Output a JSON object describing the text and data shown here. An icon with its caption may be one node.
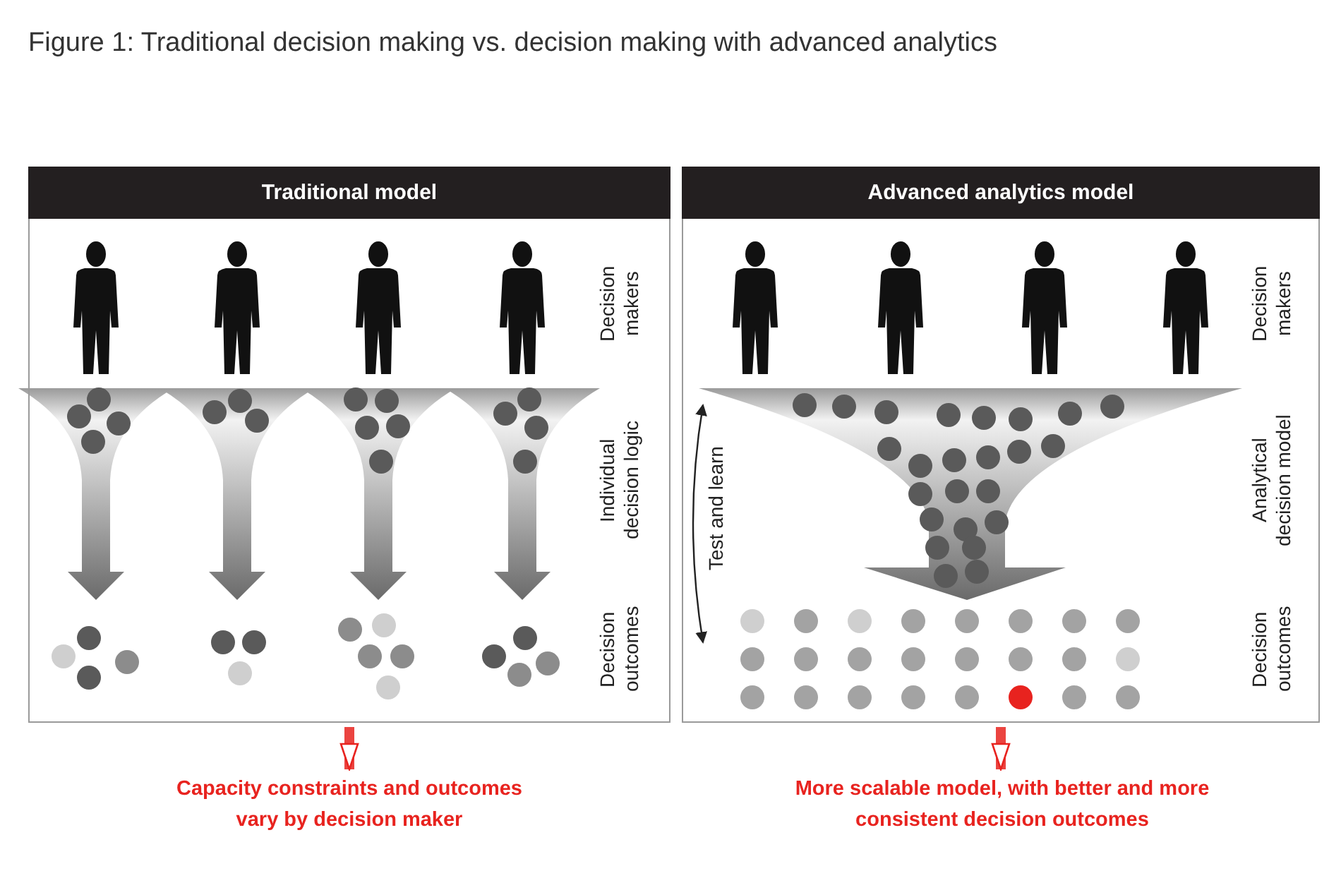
{
  "diagram": {
    "title": "Figure 1: Traditional decision making vs. decision making with advanced analytics",
    "nodes": [
      {
        "text": [
          "Traditional model"
        ]
      },
      {
        "text": [
          "Advanced analytics model"
        ]
      },
      {
        "text": [
          "Capacity constraints and outcomes vary by decision maker"
        ]
      },
      {
        "text": [
          "More scalable model, with better and more consistent decision outcomes"
        ]
      }
    ],
    "edges": [
      {
        "from": 0,
        "to": 2,
        "arrow": "to"
      },
      {
        "from": 1,
        "to": 3,
        "arrow": "to"
      }
    ],
    "labels": [
      "Decision makers",
      "Individual decision logic",
      "Decision outcomes",
      "Test and learn",
      "Decision makers",
      "Analytical decision model",
      "Decision outcomes"
    ]
  }
}
